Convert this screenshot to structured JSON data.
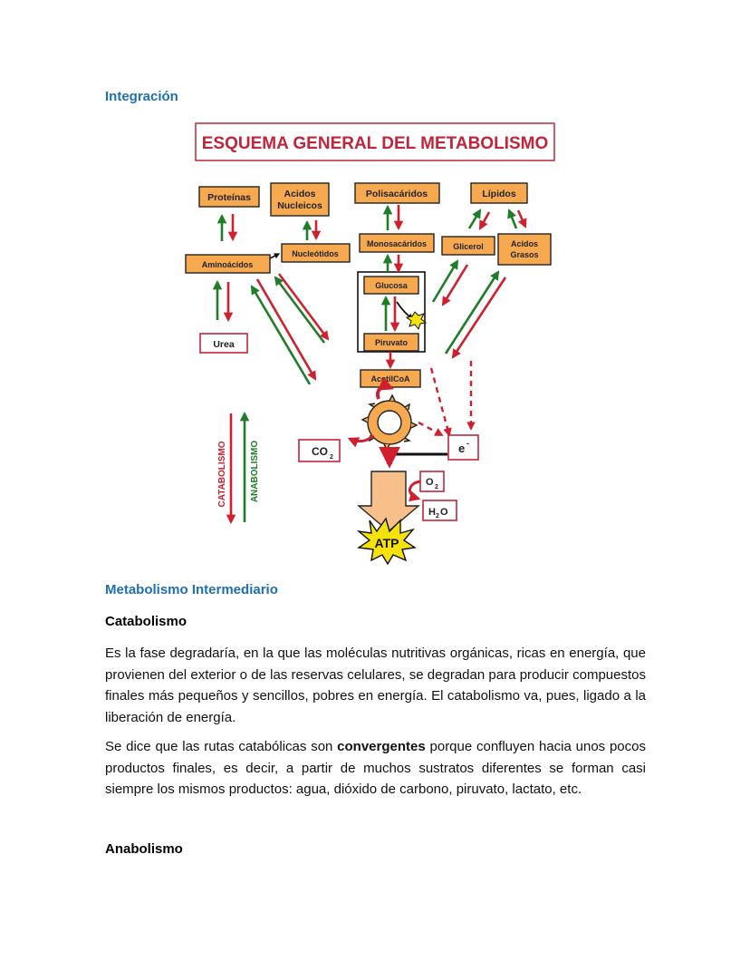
{
  "section1": {
    "title": "Integración"
  },
  "diagram": {
    "title": "ESQUEMA GENERAL DEL METABOLISMO",
    "boxes": {
      "proteinas": "Proteínas",
      "acidos_nucleicos_1": "Acidos",
      "acidos_nucleicos_2": "Nucleicos",
      "polisacaridos": "Polisacáridos",
      "lipidos": "Lípidos",
      "aminoacidos": "Aminoácidos",
      "nucleotidos": "Nucleótidos",
      "monosacaridos": "Monosacáridos",
      "glicerol": "Glicerol",
      "acidos_grasos_1": "Acidos",
      "acidos_grasos_2": "Grasos",
      "glucosa": "Glucosa",
      "piruvato": "Piruvato",
      "acetilcoa": "AcetilCoA",
      "urea": "Urea",
      "co2": "CO",
      "co2_sub": "2",
      "electron": "e",
      "electron_sup": "-",
      "o2": "O",
      "o2_sub": "2",
      "h2o_h": "H",
      "h2o_sub": "2",
      "h2o_o": "O",
      "atp": "ATP",
      "catabolismo": "CATABOLISMO",
      "anabolismo": "ANABOLISMO"
    },
    "colors": {
      "box_fill": "#f7a94f",
      "green_arrow": "#1f7d2a",
      "red_arrow": "#d0202e",
      "title_red": "#c2243a"
    }
  },
  "section2": {
    "title": "Metabolismo Intermediario"
  },
  "catabolismo": {
    "title": "Catabolismo",
    "p1": " Es la fase degradaría, en la que las moléculas nutritivas orgánicas, ricas en energía, que provienen del exterior o de las reservas celulares, se degradan para producir compuestos finales más pequeños y sencillos, pobres en energía. El catabolismo va, pues, ligado a la liberación de energía.",
    "p2_a": " Se dice que las rutas catabólicas son ",
    "p2_bold": "convergentes",
    "p2_b": " porque confluyen hacia unos pocos productos finales, es decir, a partir de muchos sustratos diferentes se forman casi siempre los mismos productos: agua, dióxido de carbono, piruvato, lactato, etc."
  },
  "anabolismo": {
    "title": "Anabolismo"
  }
}
